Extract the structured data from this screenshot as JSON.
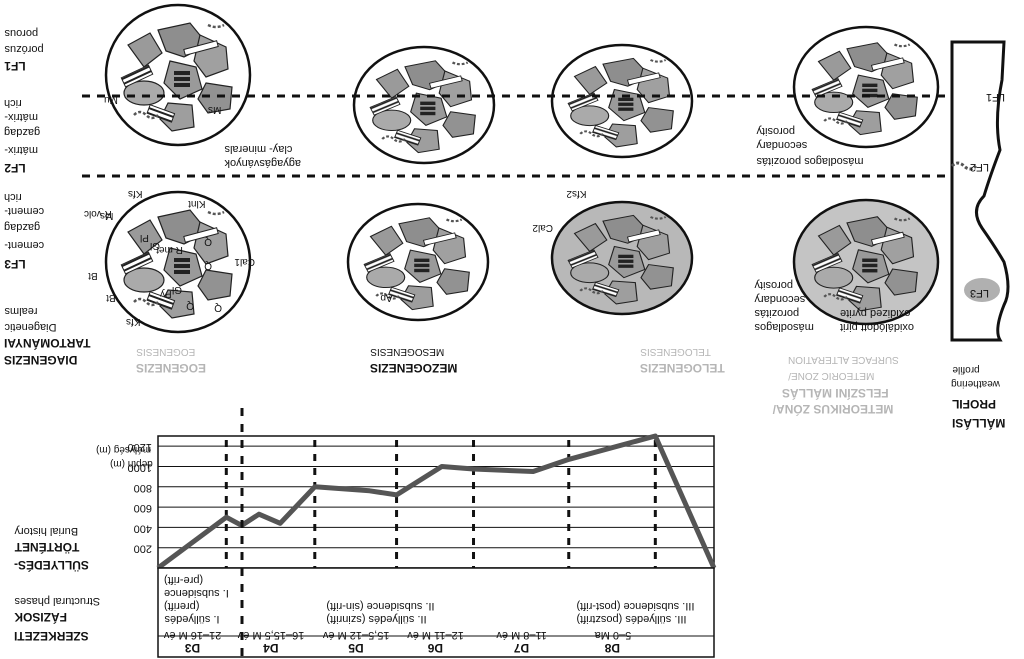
{
  "left_labels": {
    "lf1": [
      "LF1",
      "porózus",
      "porous"
    ],
    "lf2": [
      "LF2",
      "mátrix-",
      "gazdag",
      "mátrix-",
      "rich"
    ],
    "lf3": [
      "LF3",
      "cement-",
      "gazdag",
      "cement-",
      "rich"
    ],
    "diag": [
      "DIAGENEZIS",
      "TARTOMÁNYAI",
      "Diagenetic",
      "realms"
    ]
  },
  "annotations": {
    "mineral_abbrev": [
      "Kfs",
      "Klnt",
      "R volc",
      "Ms",
      "Bt",
      "Bt",
      "Gl",
      "Cal1",
      "Py",
      "Kfs",
      "Pl",
      "Gl",
      "R met",
      "Q",
      "Q",
      "Q",
      "Mu",
      "Ms",
      "Q",
      "Ap",
      "Cal2",
      "Kfs2"
    ],
    "clay": [
      "agyagásványok",
      "clay- minerals"
    ],
    "secondary_top": [
      "másodlagos porozitás",
      "secondary",
      "porosity"
    ],
    "secondary_bottom": [
      "másodlagos",
      "porozitás",
      "secondary",
      "porosity"
    ],
    "pyrite": [
      "oxidálódott pirit",
      "oxidized pyrite"
    ]
  },
  "stages": {
    "eogenezis": [
      "EOGENEZIS",
      "EOGENESIS"
    ],
    "mezogenezis": [
      "MEZOGENEZIS",
      "MESOGENESIS"
    ],
    "telogenezis": [
      "TELOGENEZIS",
      "TELOGENESIS"
    ],
    "meteorikus": [
      "METEORIKUS ZÓNA/",
      "FELSZÍNI MÁLLÁS",
      "METEORIC ZONE/",
      "SURFACE ALTERATION"
    ],
    "profil": [
      "MÁLLÁSI",
      "PROFIL",
      "weathering",
      "profile"
    ]
  },
  "profile_labels": [
    "LF1",
    "LF2",
    "LF3"
  ],
  "chart_data": {
    "type": "line",
    "title": "",
    "ylabel": [
      "mélység (m)",
      "depth (m)"
    ],
    "y_ticks": [
      200,
      400,
      600,
      800,
      1000,
      1200
    ],
    "ylim": [
      0,
      1300
    ],
    "grid": true,
    "series": [
      {
        "points": [
          [
            0,
            0
          ],
          [
            0.71,
            500
          ],
          [
            0.87,
            420
          ],
          [
            1.05,
            530
          ],
          [
            1.27,
            440
          ],
          [
            1.63,
            800
          ],
          [
            2.2,
            760
          ],
          [
            2.48,
            720
          ],
          [
            2.95,
            1000
          ],
          [
            3.28,
            975
          ],
          [
            3.9,
            950
          ],
          [
            4.27,
            1070
          ],
          [
            5.17,
            1300
          ],
          [
            5.78,
            0
          ]
        ]
      }
    ],
    "phase_boundaries": [
      0.71,
      1.63,
      2.48,
      3.28,
      4.27,
      5.17
    ]
  },
  "left_bottom": {
    "burial": [
      "SÜLLYEDÉS-",
      "TÖRTÉNET",
      "Burial history"
    ],
    "structural": [
      "SZERKEZETI",
      "FÁZISOK",
      "Structural phases"
    ]
  },
  "phases": [
    {
      "code": "D3",
      "age": "21–16 M év",
      "lines": [
        "I. süllyedés",
        "(prerift)",
        "I. subsidence",
        "(pre-rift)"
      ]
    },
    {
      "code": "D4",
      "age": "16–15,5 M év",
      "lines": []
    },
    {
      "code": "D5",
      "age": "15,5–12 M év",
      "lines": [
        "II. süllyedés (szinrift)",
        "II. subsidence (sin-rift)"
      ]
    },
    {
      "code": "D6",
      "age": "12–11 M év",
      "lines": []
    },
    {
      "code": "D7",
      "age": "11–8 M év",
      "lines": [
        "III. süllyedés (posztrift)",
        "III. subsidence (post-rift)"
      ]
    },
    {
      "code": "D8",
      "age": "5–0 Ma",
      "lines": []
    }
  ]
}
